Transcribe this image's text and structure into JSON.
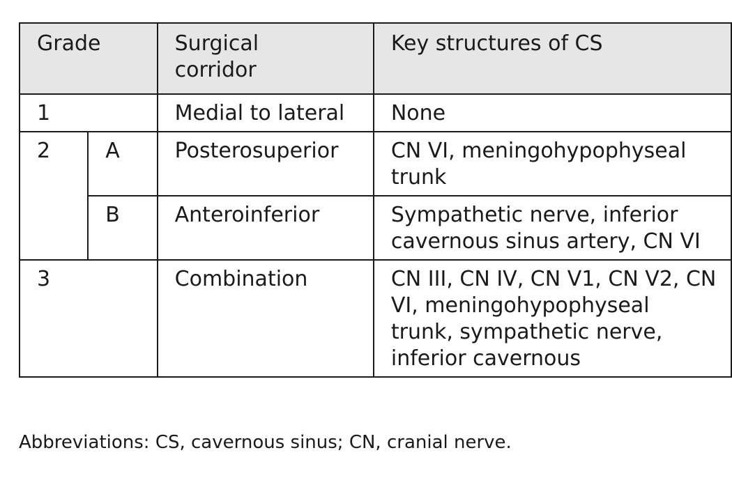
{
  "table": {
    "headers": {
      "grade": "Grade",
      "corridor": "Surgical corridor",
      "key": "Key structures of CS"
    },
    "rows": [
      {
        "grade": "1",
        "sub": "",
        "corridor": "Medial to lateral",
        "key": "None"
      },
      {
        "grade": "2",
        "sub": "A",
        "corridor": "Posterosuperior",
        "key": "CN VI, meningohypophyseal trunk"
      },
      {
        "grade": "",
        "sub": "B",
        "corridor": "Anteroinferior",
        "key": "Sympathetic nerve, inferior cavernous sinus artery, CN VI"
      },
      {
        "grade": "3",
        "sub": "",
        "corridor": "Combination",
        "key": "CN III, CN IV, CN V1, CN V2, CN VI, meningohypophyseal trunk, sympathetic nerve, inferior cavernous"
      }
    ]
  },
  "footnote": "Abbreviations: CS, cavernous sinus; CN, cranial nerve."
}
